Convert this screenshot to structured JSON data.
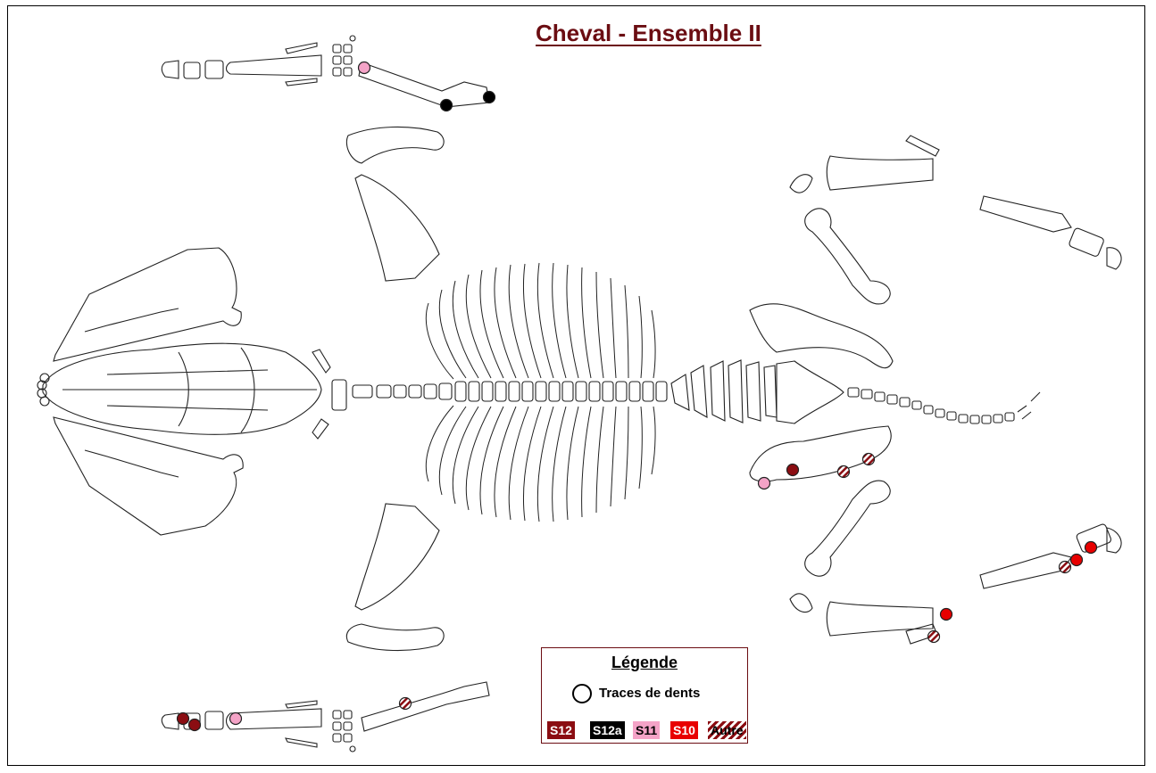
{
  "title": "Cheval - Ensemble II",
  "legend": {
    "title": "Légende",
    "traces_label": "Traces de dents",
    "categories": [
      {
        "label": "S12",
        "color": "#8b0d12"
      },
      {
        "label": "S12a",
        "color": "#000000"
      },
      {
        "label": "S11",
        "color": "#f4a3c7"
      },
      {
        "label": "S10",
        "color": "#e80000"
      },
      {
        "label": "Autre",
        "color": "striped #8b0d12"
      }
    ]
  },
  "colors": {
    "title": "#6b0d12",
    "frame": "#000000",
    "legend_border": "#6b0d12"
  }
}
